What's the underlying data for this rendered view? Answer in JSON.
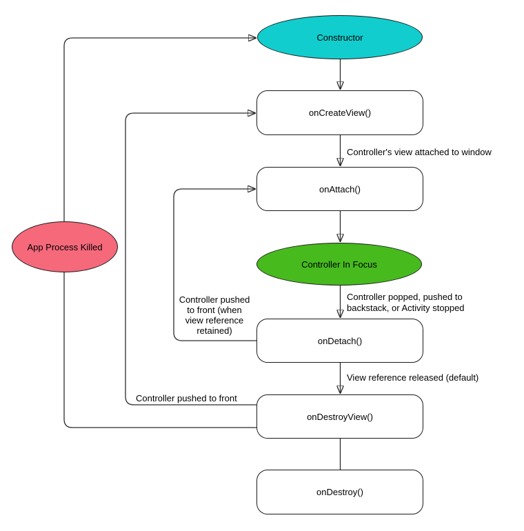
{
  "diagram": {
    "nodes": {
      "constructor": {
        "label": "Constructor",
        "fill": "#12CDCD"
      },
      "on_create_view": {
        "label": "onCreateView()",
        "fill": "#FFFFFF"
      },
      "on_attach": {
        "label": "onAttach()",
        "fill": "#FFFFFF"
      },
      "controller_in_focus": {
        "label": "Controller In Focus",
        "fill": "#47BA1D"
      },
      "on_detach": {
        "label": "onDetach()",
        "fill": "#FFFFFF"
      },
      "app_process_killed": {
        "label": "App Process Killed",
        "fill": "#F5697B"
      },
      "on_destroy_view": {
        "label": "onDestroyView()",
        "fill": "#FFFFFF"
      },
      "on_destroy": {
        "label": "onDestroy()",
        "fill": "#FFFFFF"
      }
    },
    "edge_labels": {
      "view_attached": "Controller's view attached to window",
      "popped_or_stopped": "Controller popped, pushed to\nbackstack, or Activity stopped",
      "pushed_front_retained": "Controller pushed\nto front (when\nview reference\nretained)",
      "view_released": "View reference released (default)",
      "pushed_front": "Controller pushed to front"
    },
    "colors": {
      "line": "#2B2B2B",
      "node_border": "#1A1A1A",
      "text": "#000000",
      "background": "#FFFFFF"
    }
  }
}
